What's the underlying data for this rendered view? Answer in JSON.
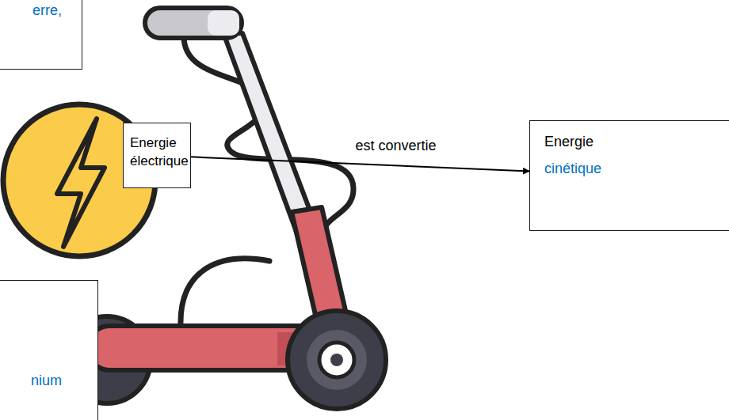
{
  "diagram": {
    "nodes": [
      {
        "text": [
          "erre,"
        ]
      },
      {
        "text": [
          "Energie électrique"
        ]
      },
      {
        "text": [
          "Energie",
          "cinétique"
        ]
      },
      {
        "text": [
          "nium"
        ]
      }
    ],
    "edges": [
      {
        "from": 1,
        "to": 2,
        "arrow": "to",
        "label": "est convertie"
      }
    ]
  }
}
